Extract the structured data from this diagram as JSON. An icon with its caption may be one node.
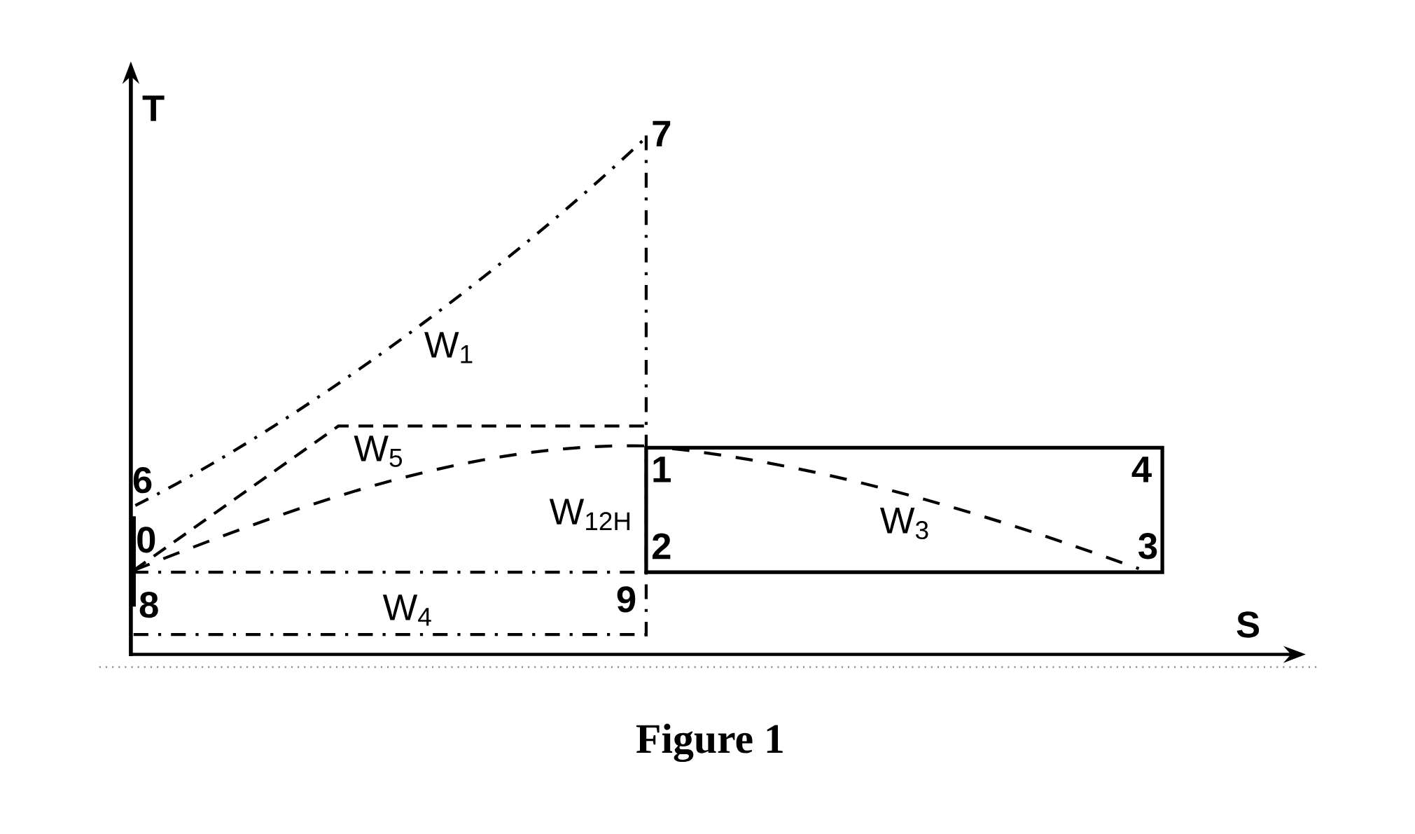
{
  "diagram": {
    "caption": "Figure 1",
    "labels": [
      "T",
      "7",
      "W$_{1}$",
      "6",
      "W$_{5}$",
      "1",
      "4",
      "0",
      "W$_{12H}$",
      "W$_{3}$",
      "2",
      "3",
      "8",
      "W$_{4}$",
      "9",
      "S"
    ]
  }
}
